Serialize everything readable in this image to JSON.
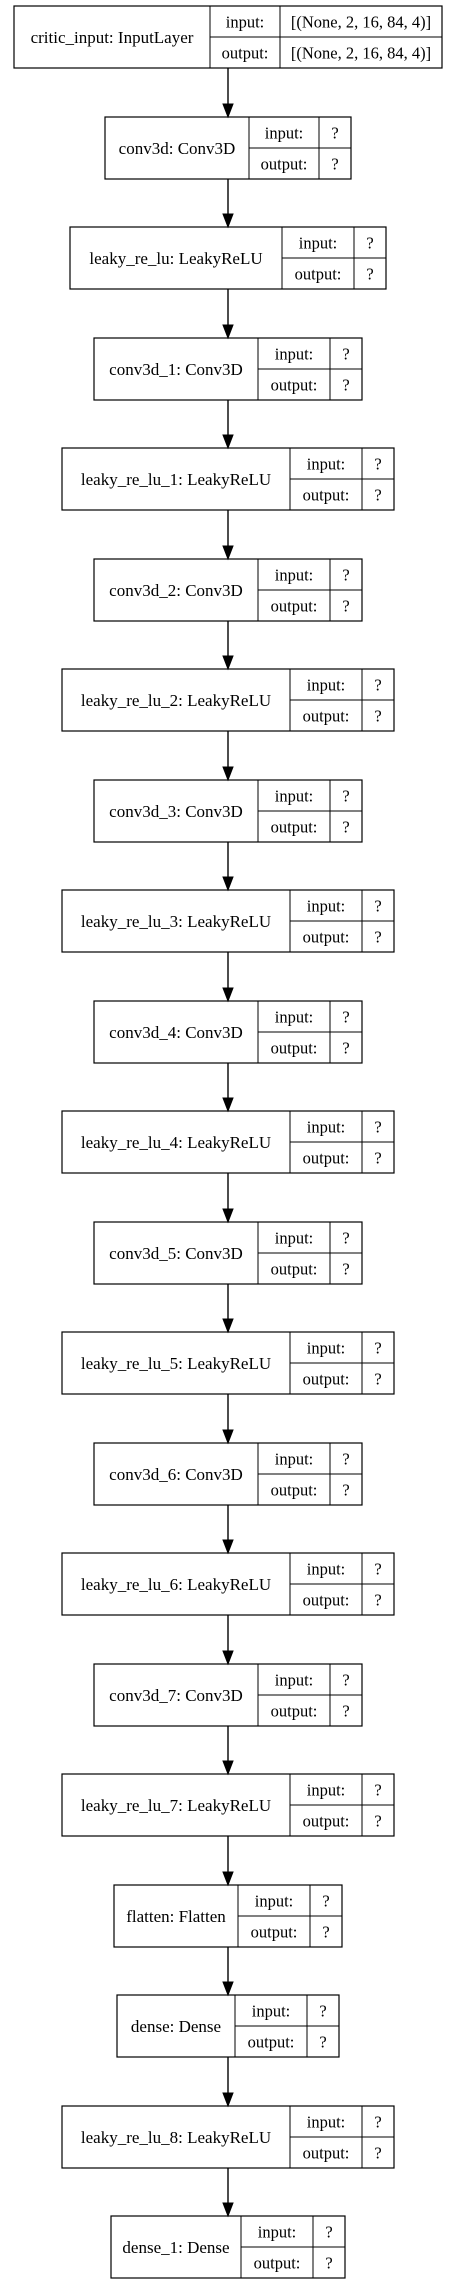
{
  "labels": {
    "input": "input:",
    "output": "output:"
  },
  "layers": [
    {
      "name": "critic_input: InputLayer",
      "input": "[(None, 2, 16, 84, 4)]",
      "output": "[(None, 2, 16, 84, 4)]"
    },
    {
      "name": "conv3d: Conv3D",
      "input": "?",
      "output": "?"
    },
    {
      "name": "leaky_re_lu: LeakyReLU",
      "input": "?",
      "output": "?"
    },
    {
      "name": "conv3d_1: Conv3D",
      "input": "?",
      "output": "?"
    },
    {
      "name": "leaky_re_lu_1: LeakyReLU",
      "input": "?",
      "output": "?"
    },
    {
      "name": "conv3d_2: Conv3D",
      "input": "?",
      "output": "?"
    },
    {
      "name": "leaky_re_lu_2: LeakyReLU",
      "input": "?",
      "output": "?"
    },
    {
      "name": "conv3d_3: Conv3D",
      "input": "?",
      "output": "?"
    },
    {
      "name": "leaky_re_lu_3: LeakyReLU",
      "input": "?",
      "output": "?"
    },
    {
      "name": "conv3d_4: Conv3D",
      "input": "?",
      "output": "?"
    },
    {
      "name": "leaky_re_lu_4: LeakyReLU",
      "input": "?",
      "output": "?"
    },
    {
      "name": "conv3d_5: Conv3D",
      "input": "?",
      "output": "?"
    },
    {
      "name": "leaky_re_lu_5: LeakyReLU",
      "input": "?",
      "output": "?"
    },
    {
      "name": "conv3d_6: Conv3D",
      "input": "?",
      "output": "?"
    },
    {
      "name": "leaky_re_lu_6: LeakyReLU",
      "input": "?",
      "output": "?"
    },
    {
      "name": "conv3d_7: Conv3D",
      "input": "?",
      "output": "?"
    },
    {
      "name": "leaky_re_lu_7: LeakyReLU",
      "input": "?",
      "output": "?"
    },
    {
      "name": "flatten: Flatten",
      "input": "?",
      "output": "?"
    },
    {
      "name": "dense: Dense",
      "input": "?",
      "output": "?"
    },
    {
      "name": "leaky_re_lu_8: LeakyReLU",
      "input": "?",
      "output": "?"
    },
    {
      "name": "dense_1: Dense",
      "input": "?",
      "output": "?"
    }
  ],
  "colors": {
    "stroke": "#000000",
    "background": "#ffffff"
  }
}
